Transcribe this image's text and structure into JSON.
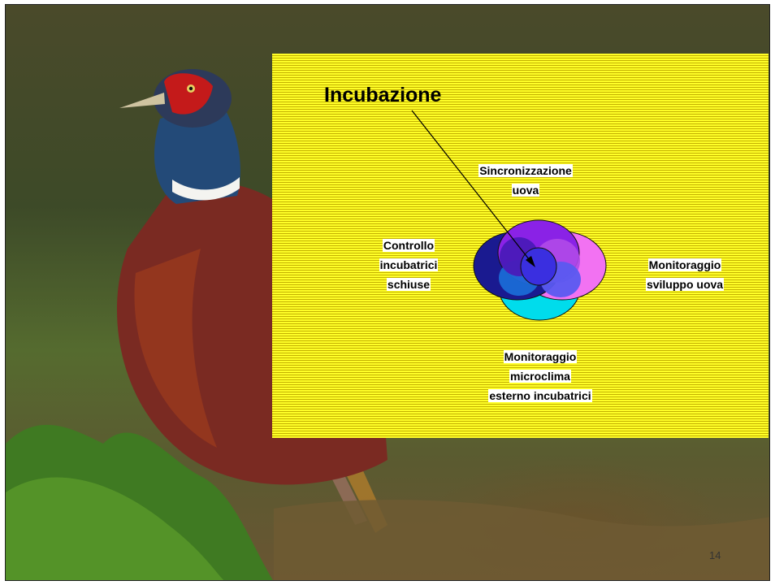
{
  "slide": {
    "title": "Incubazione",
    "labels": {
      "top": [
        "Sincronizzazione",
        "uova"
      ],
      "left": [
        "Controllo",
        "incubatrici",
        "schiuse"
      ],
      "right": [
        "Monitoraggio",
        "sviluppo uova"
      ],
      "bottom": [
        "Monitoraggio",
        "microclima",
        "esterno incubatrici"
      ]
    },
    "page_number": "14"
  },
  "colors": {
    "panel": "#f2e600",
    "circle_top": "#7a1fd6",
    "circle_left": "#1a1a8f",
    "circle_right": "#f070f0",
    "circle_bottom": "#00d8e8",
    "circle_center": "#3a2fe0"
  },
  "background": {
    "subject": "pheasant-photo"
  }
}
